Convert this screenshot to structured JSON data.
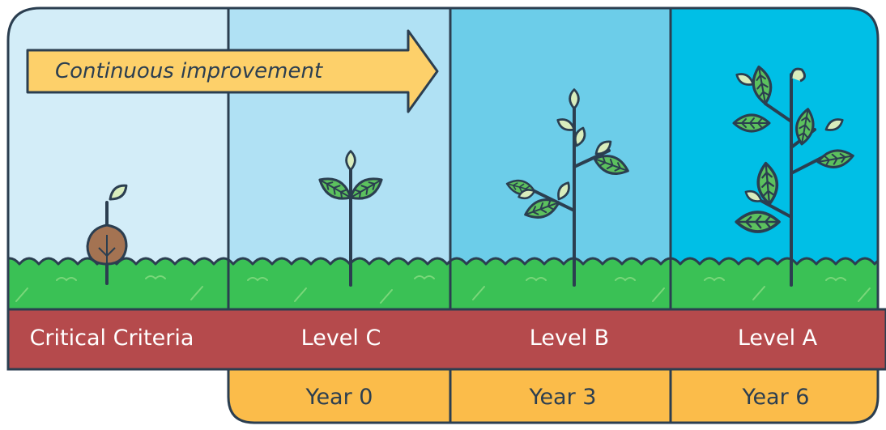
{
  "arrow": {
    "label": "Continuous improvement"
  },
  "stages": [
    {
      "label": "Critical Criteria",
      "bg": "#d3edf8"
    },
    {
      "label": "Level C",
      "bg": "#b0e1f4"
    },
    {
      "label": "Level B",
      "bg": "#6ccde9"
    },
    {
      "label": "Level A",
      "bg": "#00bfe6"
    }
  ],
  "years": [
    {
      "label": "Year 0"
    },
    {
      "label": "Year 3"
    },
    {
      "label": "Year 6"
    }
  ],
  "colors": {
    "outline": "#2b3e50",
    "band": "#b54a4c",
    "year": "#fbbc4a",
    "arrow": "#fdd06a",
    "grass": "#3ac155",
    "leaf": "#5cc15e",
    "seed": "#a47352"
  },
  "plants": [
    {
      "stage": "Critical Criteria",
      "icon": "seed-sprout-icon"
    },
    {
      "stage": "Level C",
      "icon": "seedling-icon"
    },
    {
      "stage": "Level B",
      "icon": "young-plant-icon"
    },
    {
      "stage": "Level A",
      "icon": "mature-plant-icon"
    }
  ]
}
